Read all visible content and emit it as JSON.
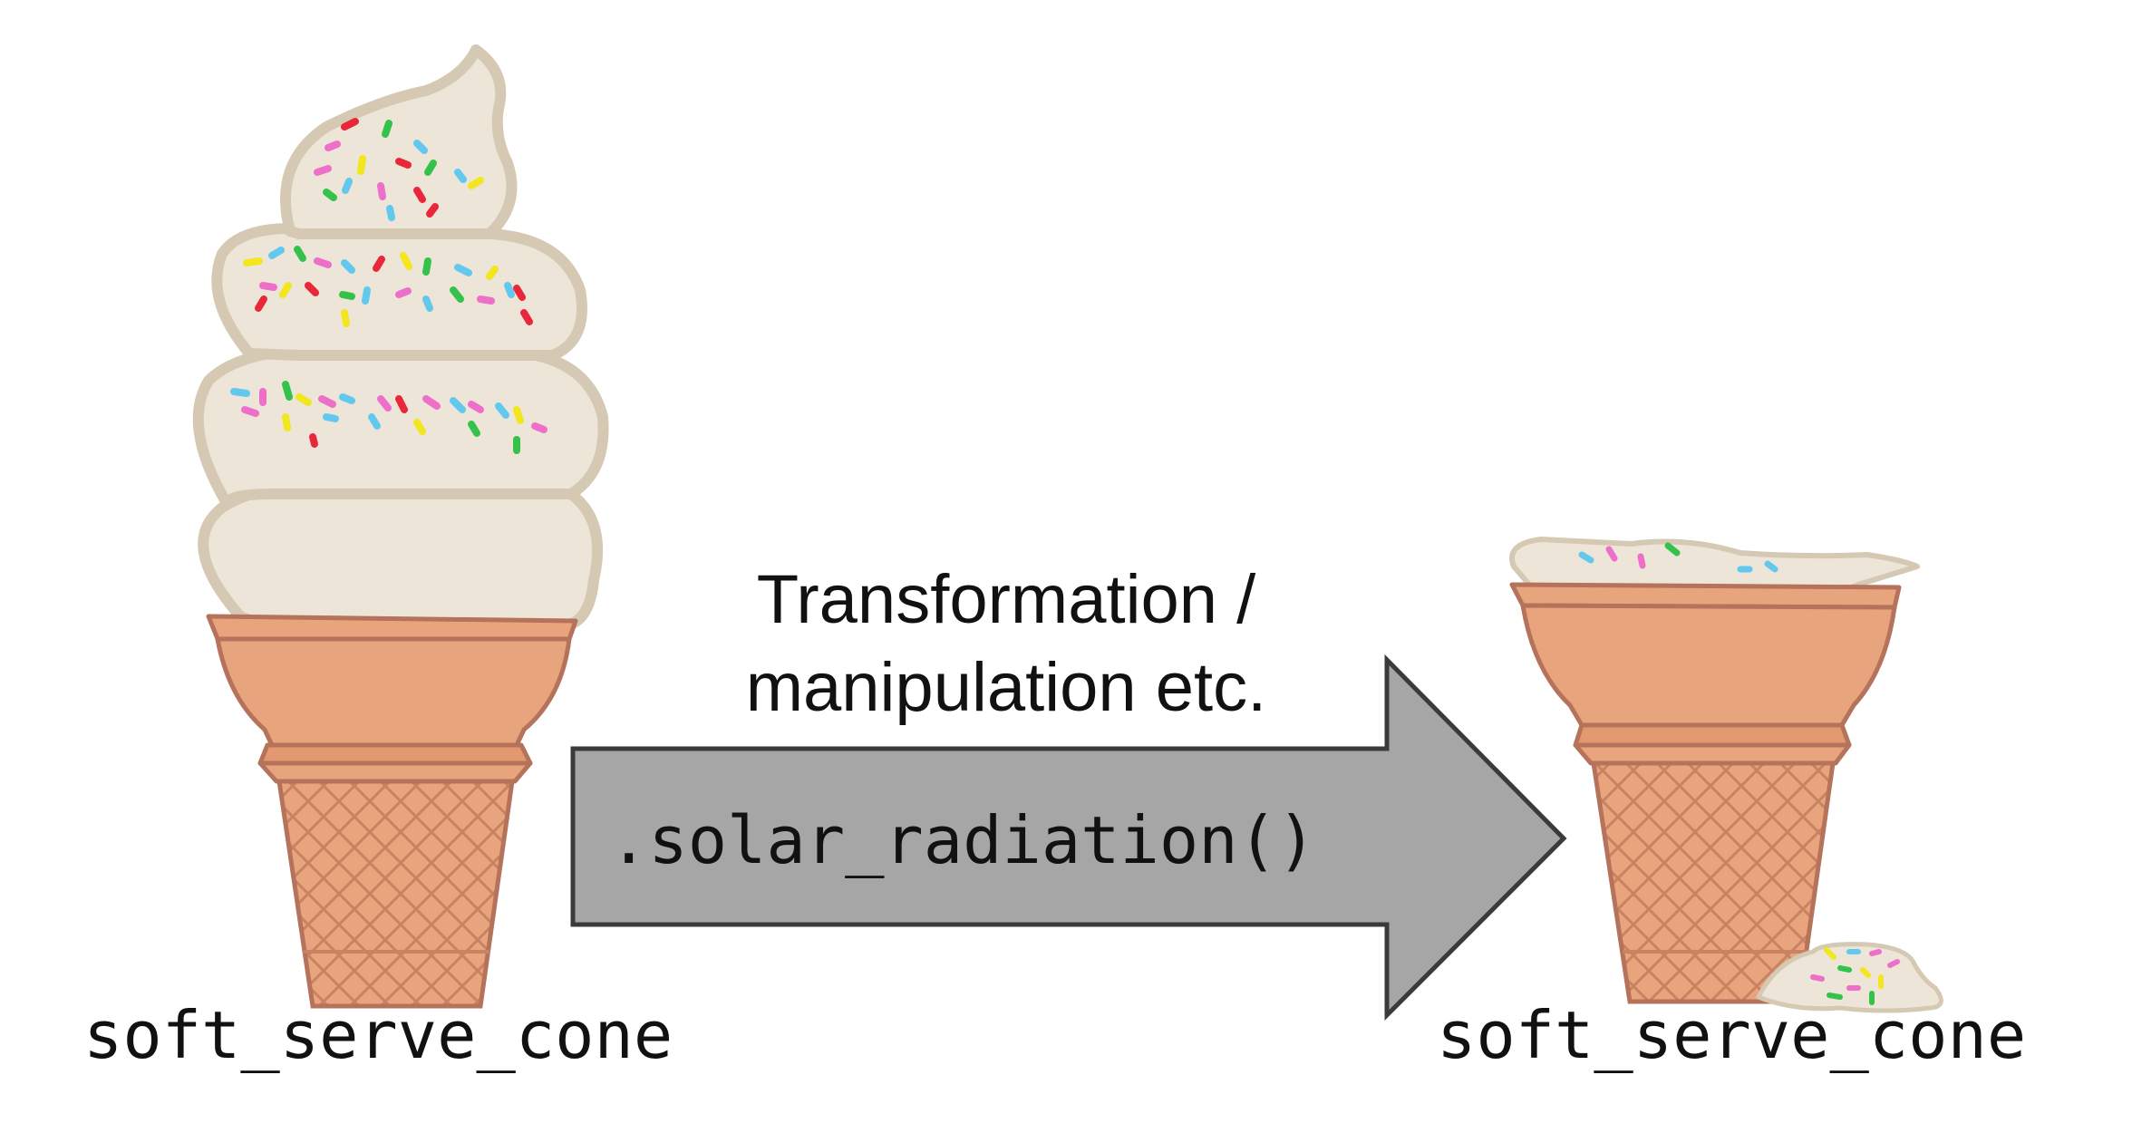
{
  "left_label": "soft_serve_cone",
  "right_label": "soft_serve_cone",
  "arrow_code": ".solar_radiation()",
  "transformation_line1": "Transformation /",
  "transformation_line2": "manipulation etc.",
  "colors": {
    "cream": "#ece5d8",
    "cream_outline": "#d6c9b3",
    "cone": "#e8a57d",
    "cone_outline": "#b4735a",
    "arrow_fill": "#a6a6a6",
    "arrow_outline": "#3a3a3a",
    "sprinkle_red": "#e8283a",
    "sprinkle_pink": "#ee6fc9",
    "sprinkle_blue": "#62c8ee",
    "sprinkle_green": "#34c24a",
    "sprinkle_yellow": "#f2e61e"
  }
}
